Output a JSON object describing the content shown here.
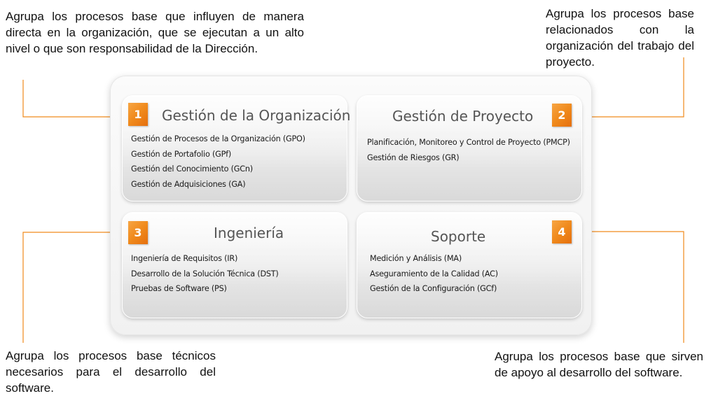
{
  "notes": {
    "top_left": "Agrupa los procesos base que influyen de manera directa en la organización, que se ejecutan a un alto nivel o que son responsabilidad de la Dirección.",
    "top_right": "Agrupa los procesos base relacionados con la organización del trabajo del proyecto.",
    "bottom_left": "Agrupa los procesos base técnicos necesarios para el desarrollo del software.",
    "bottom_right": "Agrupa los procesos base que sirven de apoyo al desarrollo del software."
  },
  "quadrants": [
    {
      "number": "1",
      "title": "Gestión de la Organización",
      "items": [
        "Gestión de Procesos de la Organización (GPO)",
        "Gestión de Portafolio (GPf)",
        "Gestión del Conocimiento (GCn)",
        "Gestión de Adquisiciones (GA)"
      ]
    },
    {
      "number": "2",
      "title": "Gestión de Proyecto",
      "items": [
        "Planificación, Monitoreo y Control de Proyecto (PMCP)",
        "Gestión de Riesgos (GR)"
      ]
    },
    {
      "number": "3",
      "title": "Ingeniería",
      "items": [
        "Ingeniería de Requisitos (IR)",
        "Desarrollo de la Solución  Técnica (DST)",
        "Pruebas de Software (PS)"
      ]
    },
    {
      "number": "4",
      "title": "Soporte",
      "items": [
        "Medición y Análisis (MA)",
        "Aseguramiento de la Calidad (AC)",
        "Gestión de la Configuración (GCf)"
      ]
    }
  ],
  "colors": {
    "accent": "#f08a1c",
    "connector": "#f08a1c",
    "title_text": "#555555"
  }
}
